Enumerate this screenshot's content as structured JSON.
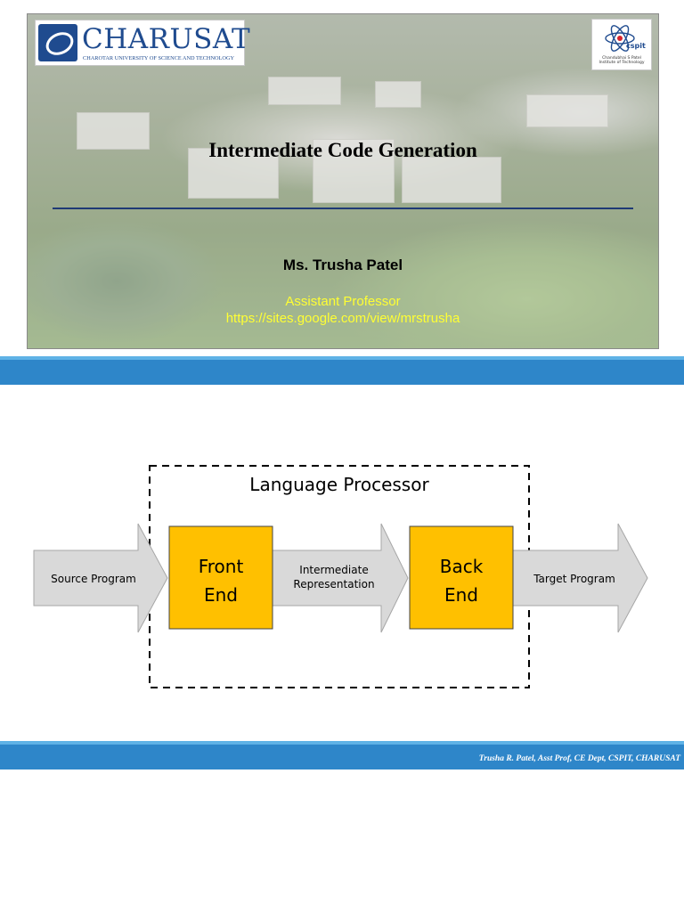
{
  "slide1": {
    "logo_left": {
      "brand": "CHARUSAT",
      "subtitle": "CHAROTAR UNIVERSITY OF SCIENCE AND TECHNOLOGY"
    },
    "logo_right": {
      "name": "cspit",
      "institute": "Chandubhai S Patel Institute of Technology"
    },
    "title": "Intermediate Code Generation",
    "author": "Ms. Trusha Patel",
    "role": "Assistant Professor",
    "url": "https://sites.google.com/view/mrstrusha"
  },
  "diagram": {
    "container_label": "Language Processor",
    "source": "Source Program",
    "front_end": [
      "Front",
      "End"
    ],
    "intermediate": [
      "Intermediate",
      "Representation"
    ],
    "back_end": [
      "Back",
      "End"
    ],
    "target": "Target Program",
    "colors": {
      "box_fill": "#ffc000",
      "arrow_fill": "#d9d9d9",
      "band": "#2e86c9"
    }
  },
  "footer": {
    "text": "Trusha R. Patel, Asst Prof, CE Dept, CSPIT, CHARUSAT"
  }
}
